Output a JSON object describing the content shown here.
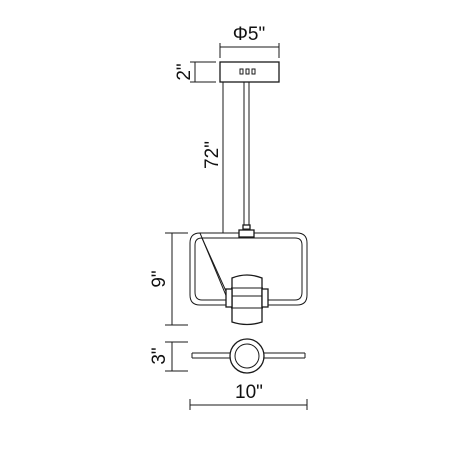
{
  "dimensions": {
    "canopy_diameter": "Φ5\"",
    "canopy_height": "2\"",
    "cord_length": "72\"",
    "fixture_height": "9\"",
    "fixture_depth": "3\"",
    "fixture_width": "10\""
  },
  "colors": {
    "line": "#1a1a1a",
    "background": "#ffffff"
  }
}
